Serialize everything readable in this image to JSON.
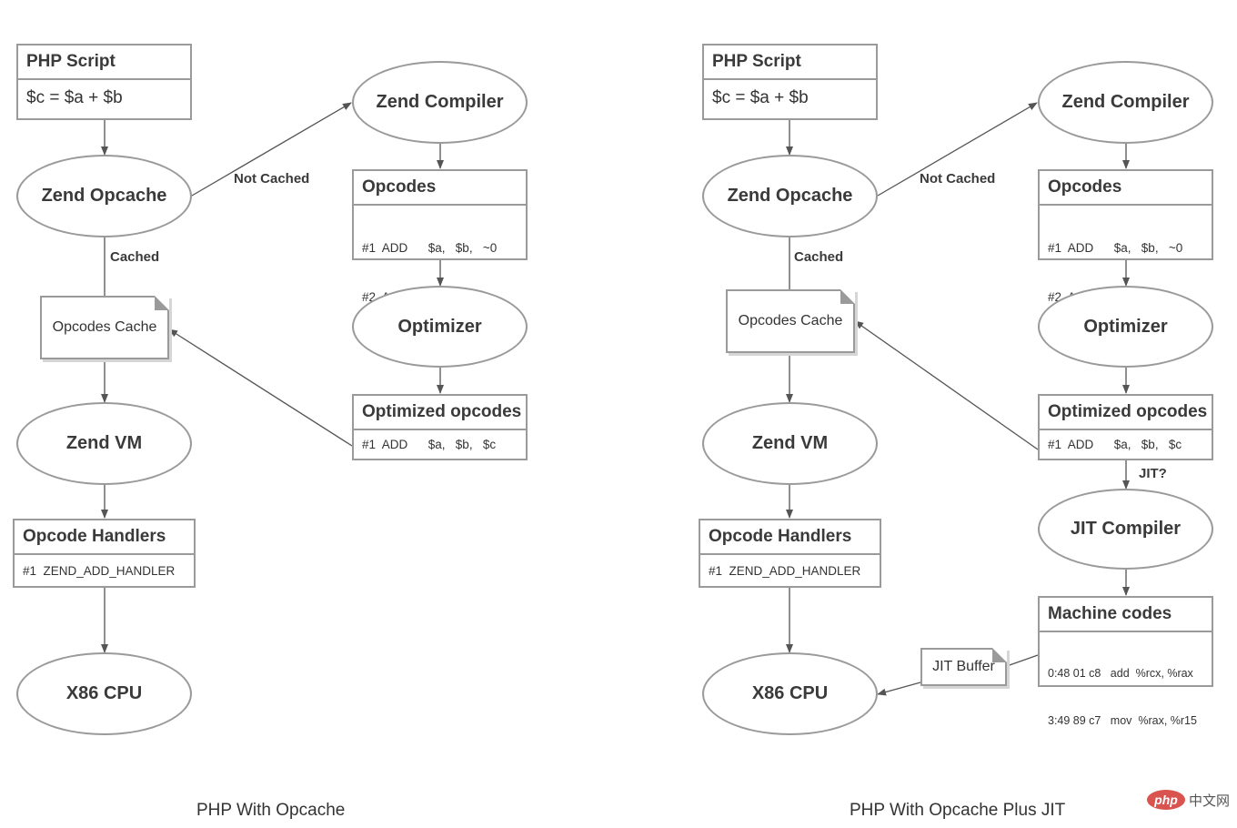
{
  "diagram": {
    "left": {
      "php_script": {
        "title": "PHP Script",
        "code": "$c = $a + $b"
      },
      "zend_opcache": "Zend Opcache",
      "not_cached_label": "Not Cached",
      "cached_label": "Cached",
      "opcodes_cache": "Opcodes Cache",
      "zend_vm": "Zend VM",
      "opcode_handlers": {
        "title": "Opcode Handlers",
        "line": "#1  ZEND_ADD_HANDLER"
      },
      "x86_cpu": "X86 CPU",
      "zend_compiler": "Zend Compiler",
      "opcodes": {
        "title": "Opcodes",
        "line1": "#1  ADD      $a,   $b,   ~0",
        "line2": "#2  ASSIGN  $c,   ~0"
      },
      "optimizer": "Optimizer",
      "optimized_opcodes": {
        "title": "Optimized opcodes",
        "line1": "#1  ADD      $a,   $b,   $c"
      },
      "caption": "PHP With Opcache"
    },
    "right": {
      "php_script": {
        "title": "PHP Script",
        "code": "$c = $a + $b"
      },
      "zend_opcache": "Zend Opcache",
      "not_cached_label": "Not Cached",
      "cached_label": "Cached",
      "opcodes_cache": "Opcodes Cache",
      "zend_vm": "Zend VM",
      "opcode_handlers": {
        "title": "Opcode Handlers",
        "line": "#1  ZEND_ADD_HANDLER"
      },
      "x86_cpu": "X86 CPU",
      "zend_compiler": "Zend Compiler",
      "opcodes": {
        "title": "Opcodes",
        "line1": "#1  ADD      $a,   $b,   ~0",
        "line2": "#2  ASSIGN  $c,   ~0"
      },
      "optimizer": "Optimizer",
      "optimized_opcodes": {
        "title": "Optimized opcodes",
        "line1": "#1  ADD      $a,   $b,   $c"
      },
      "jit_label": "JIT?",
      "jit_compiler": "JIT Compiler",
      "machine_codes": {
        "title": "Machine codes",
        "line1": "0:48 01 c8   add  %rcx, %rax",
        "line2": "3:49 89 c7   mov  %rax, %r15"
      },
      "jit_buffer": "JIT Buffer",
      "caption": "PHP With Opcache Plus JIT"
    }
  },
  "watermark": {
    "logo": "php",
    "text": "中文网"
  },
  "colors": {
    "stroke": "#9a9a9a",
    "arrow": "#555555",
    "text": "#333333"
  }
}
